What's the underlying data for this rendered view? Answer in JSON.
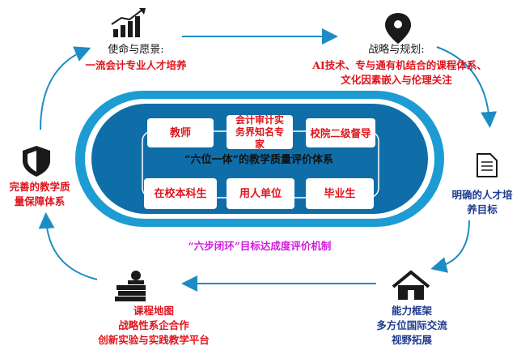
{
  "top_left": {
    "title": "使命与愿景:",
    "subtitle": "一流会计专业人才培养"
  },
  "top_right": {
    "title": "战略与规划:",
    "lines": [
      "AI技术、专与通有机结合的课程体系、",
      "文化因素嵌入与伦理关注"
    ]
  },
  "right": {
    "lines": [
      "明确的人才培",
      "养目标"
    ]
  },
  "bottom_right": {
    "lines": [
      "能力框架",
      "多方位国际交流",
      "视野拓展"
    ]
  },
  "bottom_left": {
    "lines": [
      "课程地图",
      "战略性系企合作",
      "创新实验与实践教学平台"
    ]
  },
  "left": {
    "lines": [
      "完善的教学质",
      "量保障体系"
    ]
  },
  "center": {
    "title": "“六位一体”的教学质量评价体系",
    "boxes": [
      {
        "label": "教师"
      },
      {
        "label": "会计审计实务界知名专家"
      },
      {
        "label": "校院二级督导"
      },
      {
        "label": "在校本科生"
      },
      {
        "label": "用人单位"
      },
      {
        "label": "毕业生"
      }
    ]
  },
  "loop_caption": "“六步闭环”目标达成度评价机制",
  "icons": [
    "bar-chart-icon",
    "location-pin-icon",
    "document-icon",
    "house-icon",
    "books-icon",
    "shield-icon"
  ],
  "colors": {
    "track_outer": "#1d9bd3",
    "track_inner": "#0f6ea8",
    "arrow": "#1e8cc4",
    "red": "#e0141c",
    "blue": "#1f3b8f",
    "magenta": "#d21adf"
  }
}
